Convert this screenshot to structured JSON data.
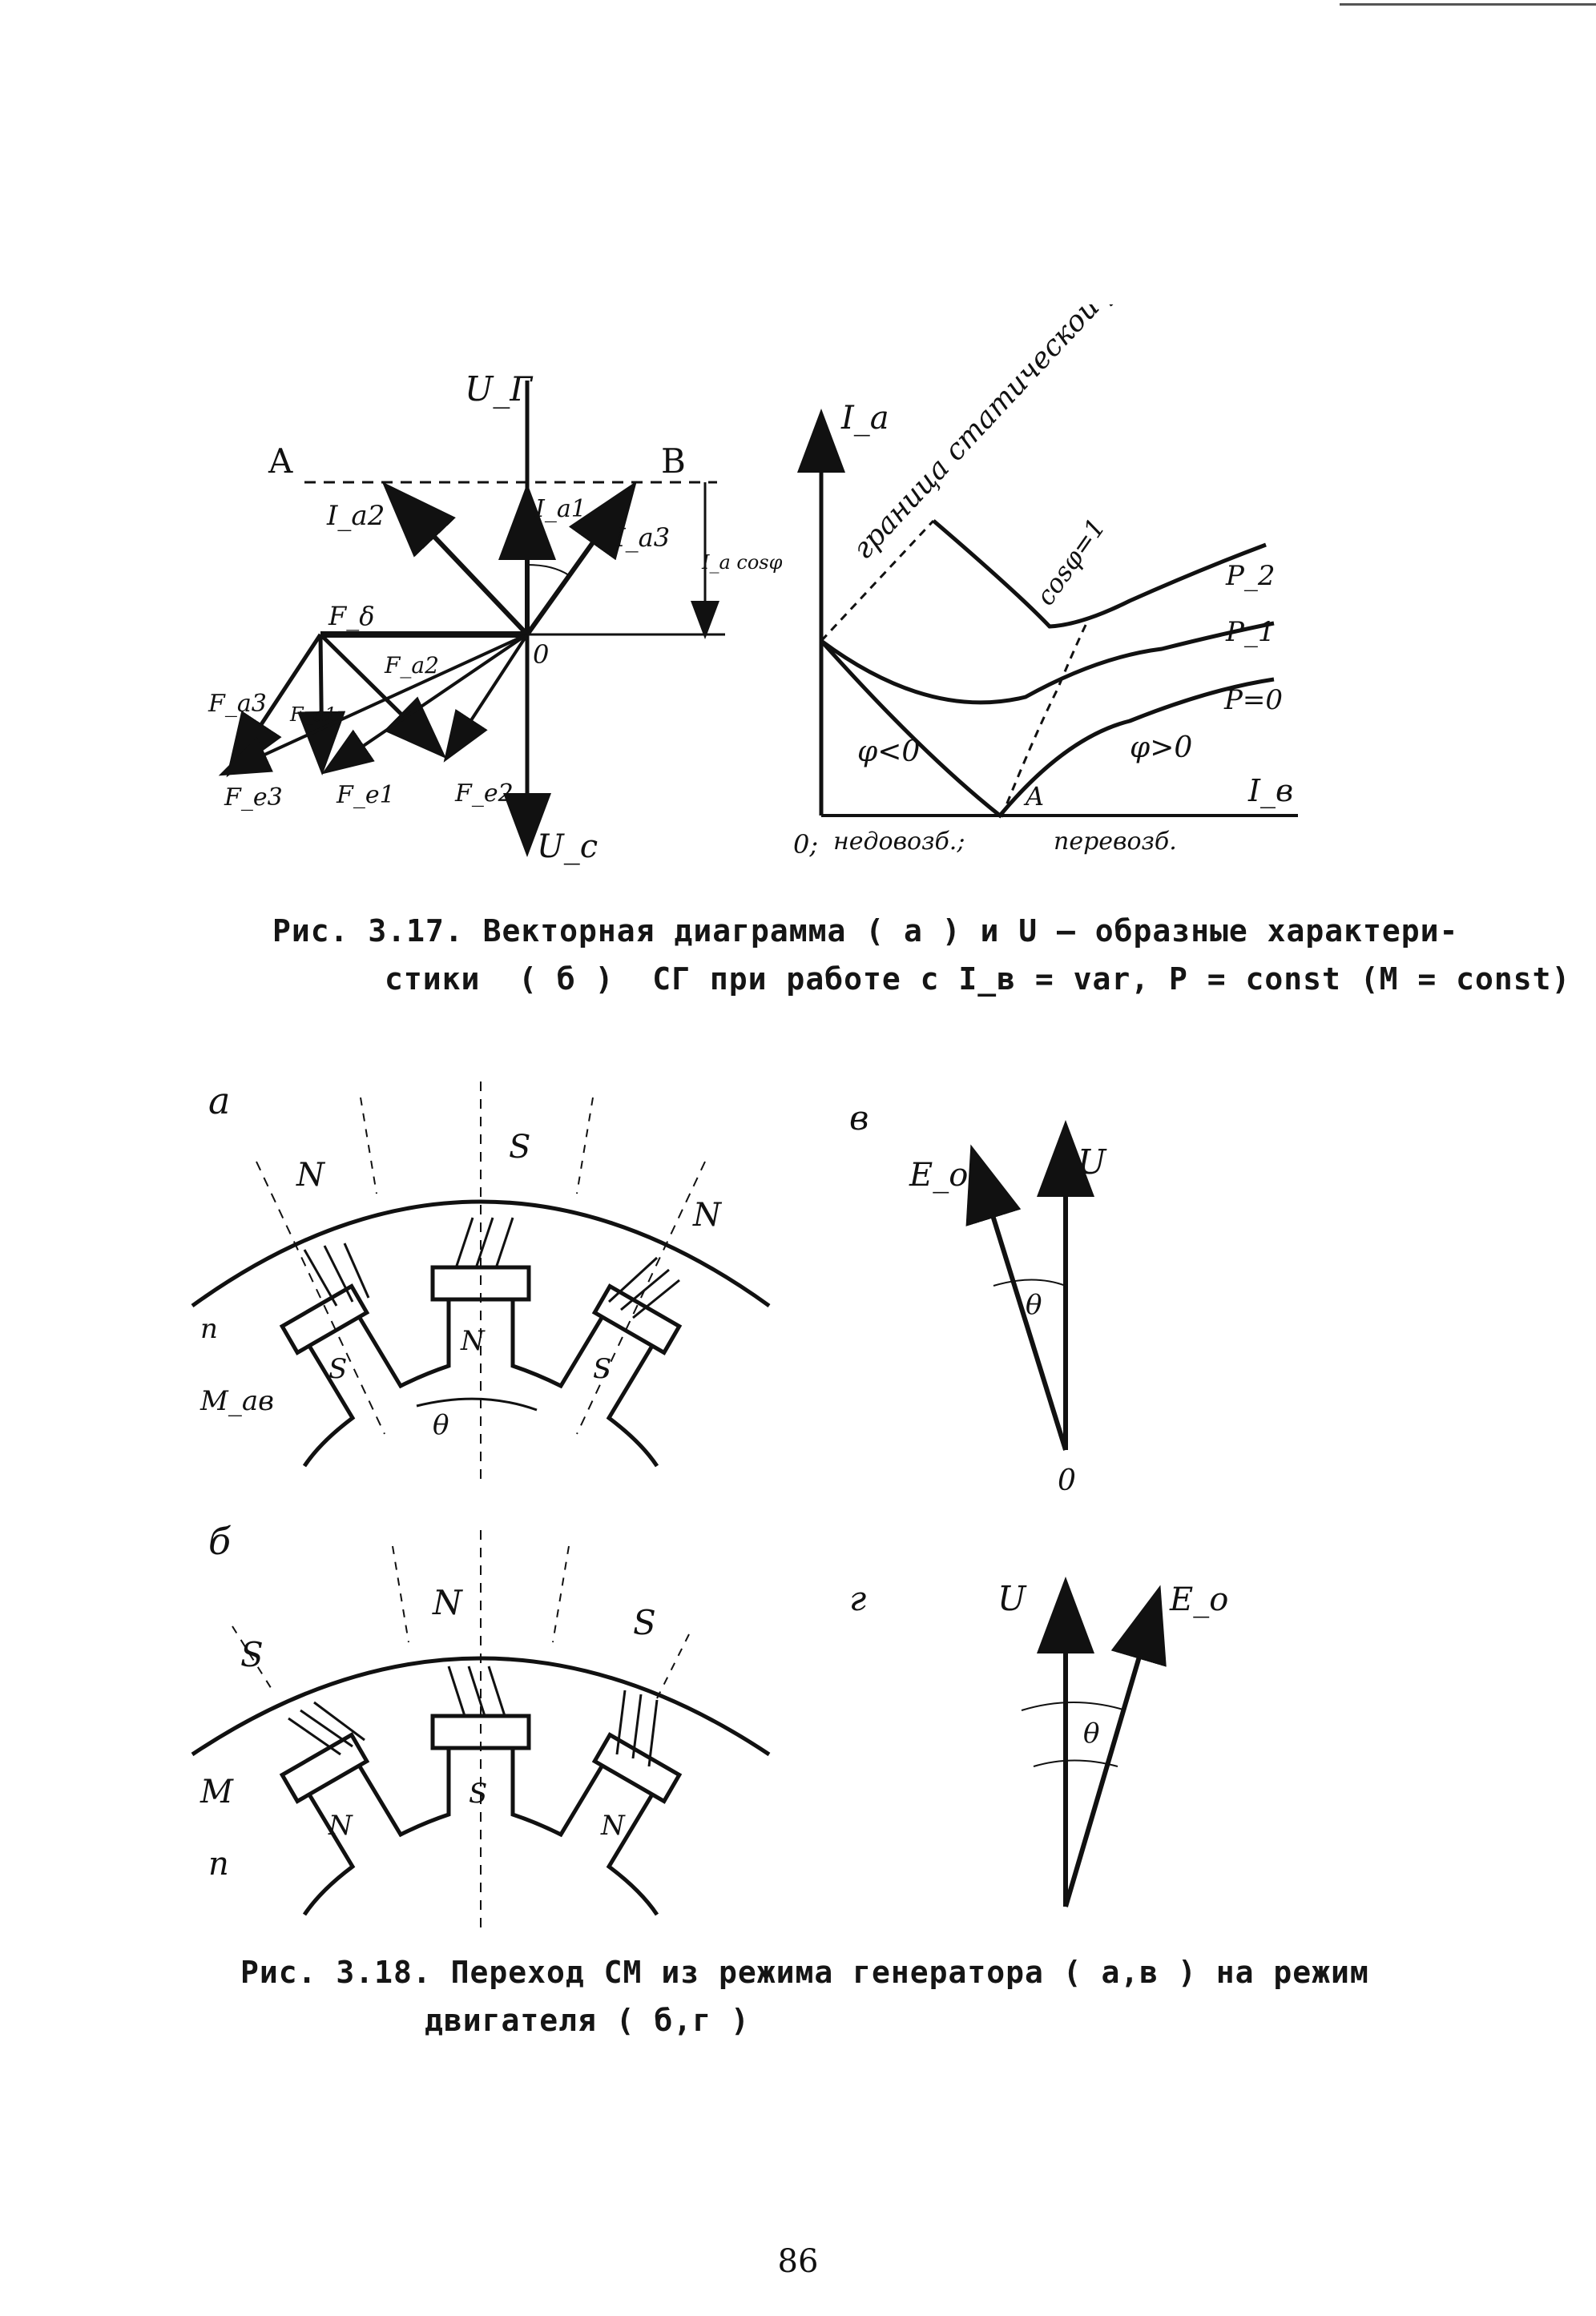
{
  "fig17": {
    "vector": {
      "axis_top": "U_Г",
      "axis_bottom": "U_c",
      "point_a": "A",
      "point_b": "B",
      "origin": "0",
      "ia1": "I_a1",
      "ia2": "I_a2",
      "ia3": "I_a3",
      "icos": "I_a cosφ",
      "fdelta": "F_δ",
      "fa1": "F_a1",
      "fa2": "F_a2",
      "fa3": "F_a3",
      "fe1": "F_e1",
      "fe2": "F_e2",
      "fe3": "F_e3"
    },
    "ucurves": {
      "y_axis": "I_a",
      "x_axis": "I_в",
      "boundary": "граница статической устойчивости",
      "cos_label": "cosφ=1",
      "p2": "P_2",
      "p1": "P_1",
      "p0": "P=0",
      "phi_neg": "φ<0",
      "phi_pos": "φ>0",
      "point_a": "A",
      "origin": "0;",
      "under": "недовозб.;",
      "over": "перевозб."
    },
    "caption_line1": "Рис. 3.17. Векторная диаграмма ( а ) и U – образные характери-",
    "caption_line2": "стики  ( б )  СГ при работе с I_в = var, P = const (M = const)"
  },
  "fig18": {
    "panel_a": {
      "letter": "а",
      "n1": "N",
      "s1": "S",
      "n2": "N",
      "pole_left": "S",
      "pole_mid": "N",
      "pole_right": "S",
      "n_arrow": "n",
      "m_label": "M_ав",
      "theta": "θ"
    },
    "panel_b": {
      "letter": "б",
      "s1": "S",
      "n1": "N",
      "s2": "S",
      "pole_left": "N",
      "pole_mid": "S",
      "pole_right": "N",
      "m_label": "M",
      "n_arrow": "n"
    },
    "panel_v": {
      "letter": "в",
      "e0": "E_o",
      "u": "U",
      "theta": "θ",
      "origin": "0"
    },
    "panel_g": {
      "letter": "г",
      "u": "U",
      "e0": "E_o",
      "theta": "θ"
    },
    "caption_line1": "Рис. 3.18. Переход СМ из режима генератора ( а,в ) на режим",
    "caption_line2": "двигателя ( б,г )"
  },
  "page_number": "86"
}
